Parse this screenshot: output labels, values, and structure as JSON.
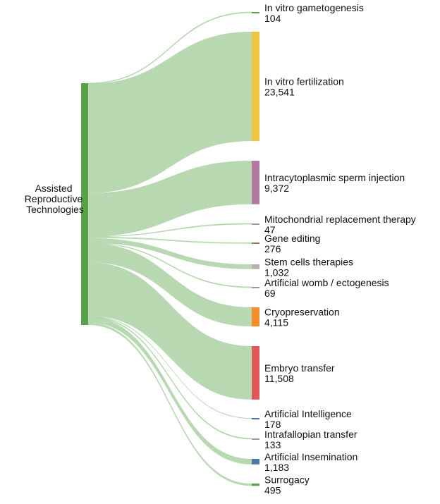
{
  "chart_data": {
    "type": "sankey",
    "source": {
      "label_lines": [
        "Assisted",
        "Reproductive",
        "Technologies"
      ],
      "color": "#5aa24a"
    },
    "link_color": "#b3d6ad",
    "targets": [
      {
        "name": "In vitro gametogenesis",
        "value_label": "104",
        "value": 104,
        "color": "#5aa24a"
      },
      {
        "name": "In vitro fertilization",
        "value_label": "23,541",
        "value": 23541,
        "color": "#efc53f"
      },
      {
        "name": "Intracytoplasmic sperm injection",
        "value_label": "9,372",
        "value": 9372,
        "color": "#b07aa1"
      },
      {
        "name": "Mitochondrial replacement therapy",
        "value_label": "47",
        "value": 47,
        "color": "#9c9c9c"
      },
      {
        "name": "Gene editing",
        "value_label": "276",
        "value": 276,
        "color": "#9c755f"
      },
      {
        "name": "Stem cells therapies",
        "value_label": "1,032",
        "value": 1032,
        "color": "#bab0ac"
      },
      {
        "name": "Artificial womb / ectogenesis",
        "value_label": "69",
        "value": 69,
        "color": "#9c9c9c"
      },
      {
        "name": "Cryopreservation",
        "value_label": "4,115",
        "value": 4115,
        "color": "#f28e2b"
      },
      {
        "name": "Embryo transfer",
        "value_label": "11,508",
        "value": 11508,
        "color": "#e15759"
      },
      {
        "name": "Artificial Intelligence",
        "value_label": "178",
        "value": 178,
        "color": "#4e79a7"
      },
      {
        "name": "Intrafallopian transfer",
        "value_label": "133",
        "value": 133,
        "color": "#9c9c9c"
      },
      {
        "name": "Artificial Insemination",
        "value_label": "1,183",
        "value": 1183,
        "color": "#4e79a7"
      },
      {
        "name": "Surrogacy",
        "value_label": "495",
        "value": 495,
        "color": "#59a14f"
      }
    ]
  }
}
